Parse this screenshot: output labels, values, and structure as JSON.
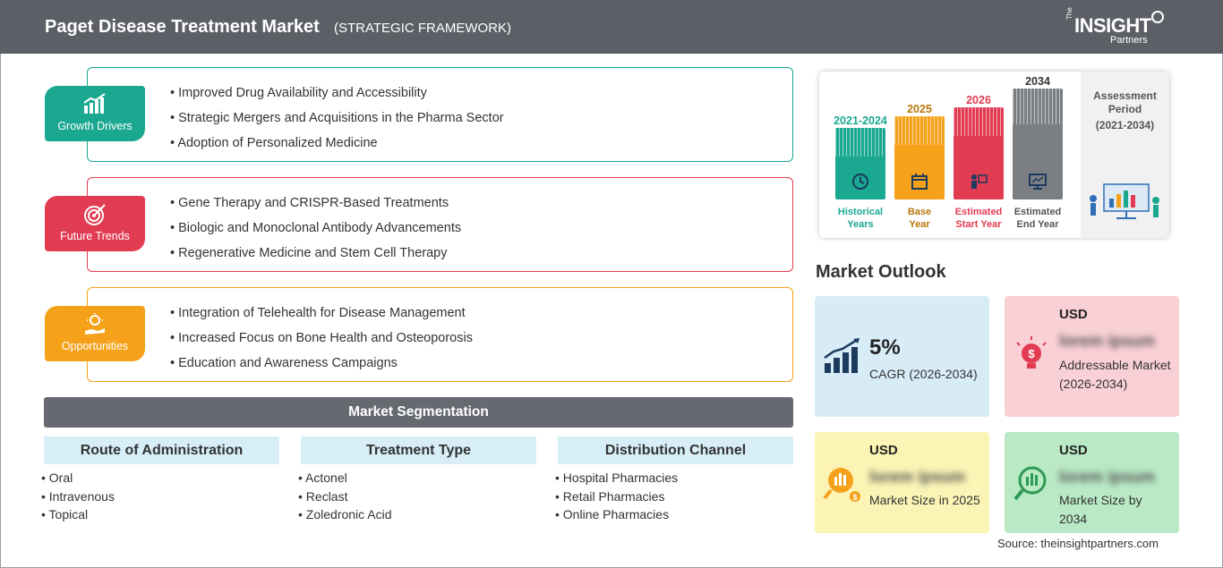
{
  "header": {
    "title": "Paget Disease Treatment Market",
    "subtitle": "(STRATEGIC FRAMEWORK)",
    "logo_the": "The",
    "logo_insight": "INSIGHT",
    "logo_partners": "Partners"
  },
  "framework": [
    {
      "label": "Growth Drivers",
      "color": "#1aa890",
      "icon": "growth-chart-icon",
      "items": [
        "Improved Drug Availability and Accessibility",
        "Strategic Mergers and Acquisitions in the Pharma Sector",
        "Adoption of Personalized Medicine"
      ]
    },
    {
      "label": "Future Trends",
      "color": "#e23c52",
      "icon": "target-icon",
      "items": [
        "Gene Therapy and CRISPR-Based Treatments",
        "Biologic and Monoclonal Antibody Advancements",
        "Regenerative Medicine and Stem Cell Therapy"
      ]
    },
    {
      "label": "Opportunities",
      "color": "#f5a21a",
      "icon": "lightbulb-hand-icon",
      "items": [
        "Integration of Telehealth for Disease Management",
        "Increased Focus on Bone Health and Osteoporosis",
        "Education and Awareness Campaigns"
      ]
    }
  ],
  "segmentation": {
    "title": "Market Segmentation",
    "columns": [
      {
        "heading": "Route of Administration",
        "items": [
          "Oral",
          "Intravenous",
          "Topical"
        ]
      },
      {
        "heading": "Treatment Type",
        "items": [
          "Actonel",
          "Reclast",
          "Zoledronic Acid"
        ]
      },
      {
        "heading": "Distribution Channel",
        "items": [
          "Hospital Pharmacies",
          "Retail Pharmacies",
          "Online Pharmacies"
        ]
      }
    ]
  },
  "timeline": {
    "columns": [
      {
        "year": "2021-2024",
        "caption_1": "Historical",
        "caption_2": "Years",
        "color": "#1aa890",
        "icon": "history-icon"
      },
      {
        "year": "2025",
        "caption_1": "Base",
        "caption_2": "Year",
        "color": "#f5a21a",
        "icon": "calendar-icon"
      },
      {
        "year": "2026",
        "caption_1": "Estimated",
        "caption_2": "Start Year",
        "color": "#e23c52",
        "icon": "presentation-icon"
      },
      {
        "year": "2034",
        "caption_1": "Estimated",
        "caption_2": "End Year",
        "color": "#7b7f84",
        "icon": "monitor-chart-icon"
      }
    ],
    "assessment_label": "Assessment Period",
    "assessment_range": "(2021-2034)"
  },
  "outlook": {
    "title": "Market Outlook",
    "cagr_value": "5%",
    "cagr_label": "CAGR (2026-2034)",
    "addressable_usd": "USD",
    "addressable_value": "lorem ipsum",
    "addressable_label": "Addressable Market (2026-2034)",
    "size2025_usd": "USD",
    "size2025_value": "lorem ipsum",
    "size2025_label": "Market Size in 2025",
    "size2034_usd": "USD",
    "size2034_value": "lorem ipsum",
    "size2034_label": "Market Size by 2034"
  },
  "source": "Source: theinsightpartners.com"
}
